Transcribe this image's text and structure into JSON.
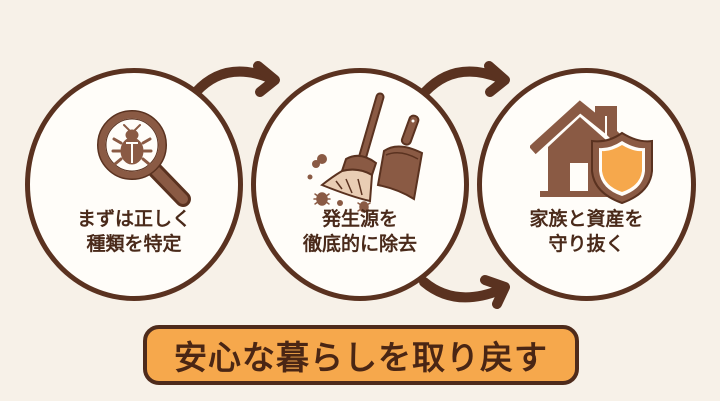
{
  "steps": [
    {
      "icon": "magnifier-bug-icon",
      "lines": [
        "まずは正しく",
        "種類を特定"
      ]
    },
    {
      "icon": "broom-dustpan-icon",
      "lines": [
        "発生源を",
        "徹底的に除去"
      ]
    },
    {
      "icon": "house-shield-icon",
      "lines": [
        "家族と資産を",
        "守り抜く"
      ]
    }
  ],
  "banner": {
    "text": "安心な暮らしを取り戻す"
  },
  "colors": {
    "background": "#f7f1e8",
    "outline": "#5a3220",
    "icon_brown": "#8a5a44",
    "icon_light": "#e9cdb4",
    "accent_orange": "#f6a84c",
    "text": "#4a2a1a"
  }
}
